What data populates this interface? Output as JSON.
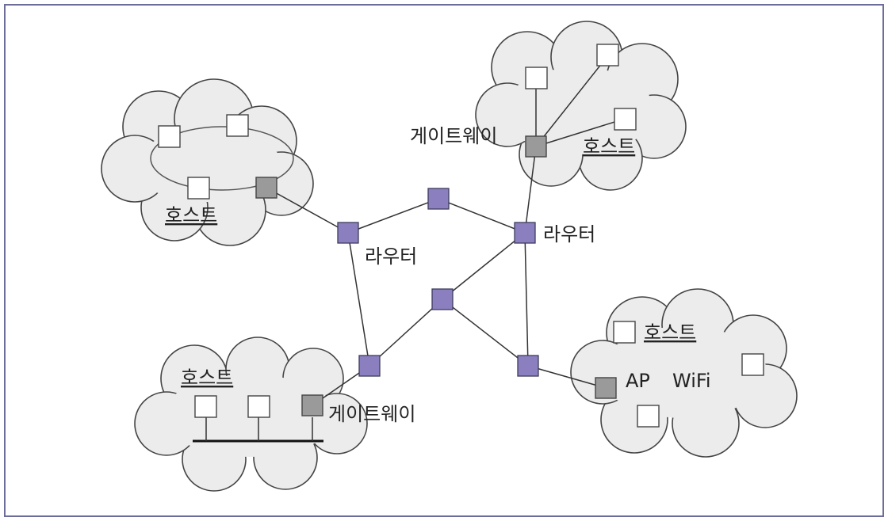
{
  "labels": {
    "router": "라우터",
    "gateway": "게이트웨이",
    "host": "호스트",
    "ap": "AP",
    "wifi": "WiFi"
  },
  "colors": {
    "router": "#8b7fc0",
    "gateway": "#9a9a9a",
    "host": "#ffffff",
    "cloud": "#ececec",
    "frame": "#6d6d9a"
  }
}
